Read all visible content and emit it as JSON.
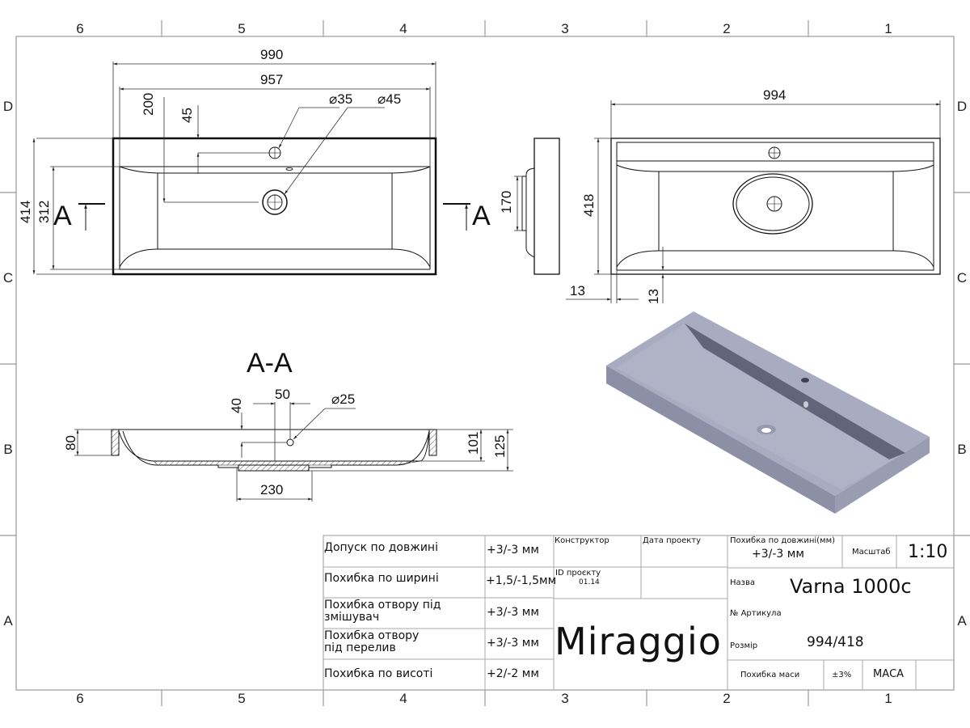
{
  "border": {
    "columns": [
      "6",
      "5",
      "4",
      "3",
      "2",
      "1"
    ],
    "rows": [
      "D",
      "C",
      "B",
      "A"
    ]
  },
  "top_view": {
    "dims": {
      "overall_width": "990",
      "inner_width": "957",
      "mixer_hole_offset": "200",
      "rim_depth": "45",
      "mixer_hole_dia": "35",
      "drain_dia": "45",
      "overall_depth": "414",
      "inner_depth": "312"
    },
    "section_marker_left": "A",
    "section_marker_right": "A",
    "dia_symbol": "⌀"
  },
  "side_view": {
    "dims": {
      "mount_height": "170"
    }
  },
  "bottom_view": {
    "dims": {
      "overall_width": "994",
      "overall_depth": "418",
      "offset_x": "13",
      "offset_y": "13"
    }
  },
  "section_view": {
    "title": "A-A",
    "dims": {
      "overflow_height": "40",
      "overflow_offset": "50",
      "overflow_dia": "25",
      "rim_height": "80",
      "bowl_depth": "101",
      "total_height": "125",
      "drain_base_width": "230"
    }
  },
  "iso_view": {
    "color_top": "#a9abc0",
    "color_side": "#8d8fa6",
    "color_inner": "#62647a"
  },
  "title_block": {
    "tolerances": [
      {
        "label": "Допуск по довжині",
        "value": "+3/-3 мм"
      },
      {
        "label": "Похибка по ширині",
        "value": "+1,5/-1,5мм"
      },
      {
        "label": "Похибка отвору під змішувач",
        "value": "+3/-3 мм"
      },
      {
        "label": "Похибка отвору під перелив",
        "value": "+3/-3 мм"
      },
      {
        "label": "Похибка по висоті",
        "value": "+2/-2 мм"
      }
    ],
    "designer_label": "Конструктор",
    "project_date_label": "Дата проекту",
    "project_id_label": "ID проєкту",
    "project_id_value": "01.14",
    "brand": "Miraggio",
    "length_tolerance_label": "Похибка по довжині(мм)",
    "length_tolerance_value": "+3/-3 мм",
    "scale_label": "Масштаб",
    "scale_value": "1:10",
    "name_label": "Назва",
    "name_value": "Varna 1000c",
    "article_label": "№ Артикула",
    "size_label": "Розмір",
    "size_value": "994/418",
    "mass_tolerance_label": "Похибка маси",
    "mass_tolerance_value": "±3%",
    "mass_label": "МАСА"
  }
}
